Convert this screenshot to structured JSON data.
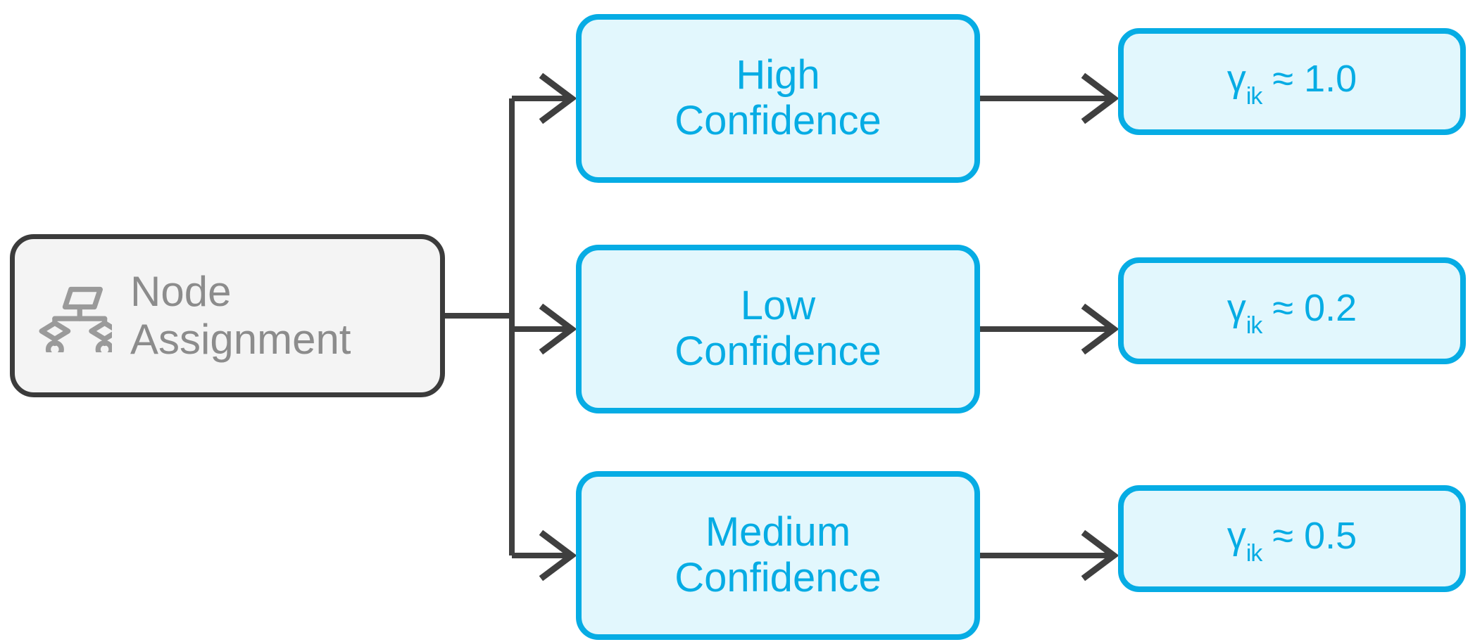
{
  "diagram": {
    "title": "Node Assignment confidence branching",
    "background_color": "#ffffff",
    "accent_color": "#06ace4",
    "accent_fill_color": "#e2f7fd",
    "source_border_color": "#3b3b3b",
    "source_fill_color": "#f4f4f4",
    "source_text_color": "#8c8c8c",
    "connector_color": "#3f3f3f"
  },
  "source": {
    "icon_name": "hierarchy-node-icon",
    "label": "Node\nAssignment",
    "label_line_1": "Node",
    "label_line_2": "Assignment"
  },
  "branches": [
    {
      "confidence_label": "High\nConfidence",
      "confidence_line_1": "High",
      "confidence_line_2": "Confidence",
      "gamma_symbol": "γ",
      "gamma_subscript": "ik",
      "gamma_relation": "≈",
      "gamma_value": "1.0",
      "gamma_text": "γik ≈ 1.0"
    },
    {
      "confidence_label": "Low\nConfidence",
      "confidence_line_1": "Low",
      "confidence_line_2": "Confidence",
      "gamma_symbol": "γ",
      "gamma_subscript": "ik",
      "gamma_relation": "≈",
      "gamma_value": "0.2",
      "gamma_text": "γik ≈ 0.2"
    },
    {
      "confidence_label": "Medium\nConfidence",
      "confidence_line_1": "Medium",
      "confidence_line_2": "Confidence",
      "gamma_symbol": "γ",
      "gamma_subscript": "ik",
      "gamma_relation": "≈",
      "gamma_value": "0.5",
      "gamma_text": "γik ≈ 0.5"
    }
  ]
}
